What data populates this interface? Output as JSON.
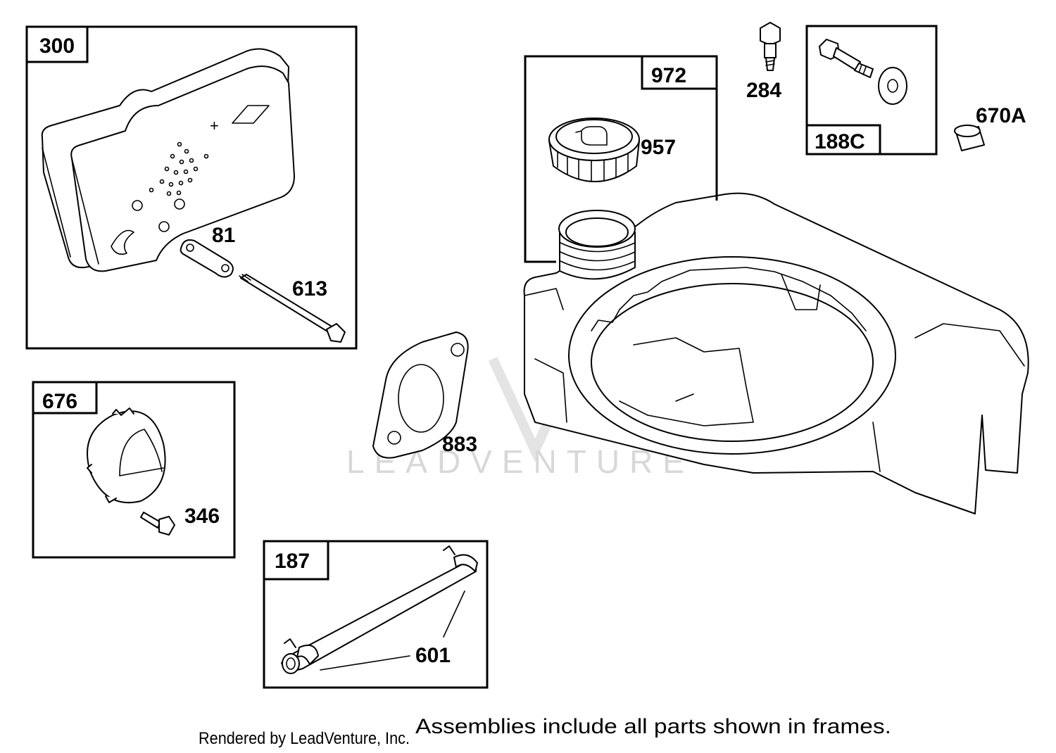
{
  "watermark": "LEADVENTURE",
  "frames": [
    {
      "id": "300",
      "label": "300"
    },
    {
      "id": "676",
      "label": "676"
    },
    {
      "id": "187",
      "label": "187"
    },
    {
      "id": "972",
      "label": "972"
    },
    {
      "id": "188C",
      "label": "188C"
    }
  ],
  "parts": {
    "p81": "81",
    "p613": "613",
    "p346": "346",
    "p601": "601",
    "p883": "883",
    "p957": "957",
    "p284": "284",
    "p670A": "670A"
  },
  "footer": {
    "credit": "Rendered by LeadVenture, Inc.",
    "note": "Assemblies include all parts shown in frames."
  }
}
